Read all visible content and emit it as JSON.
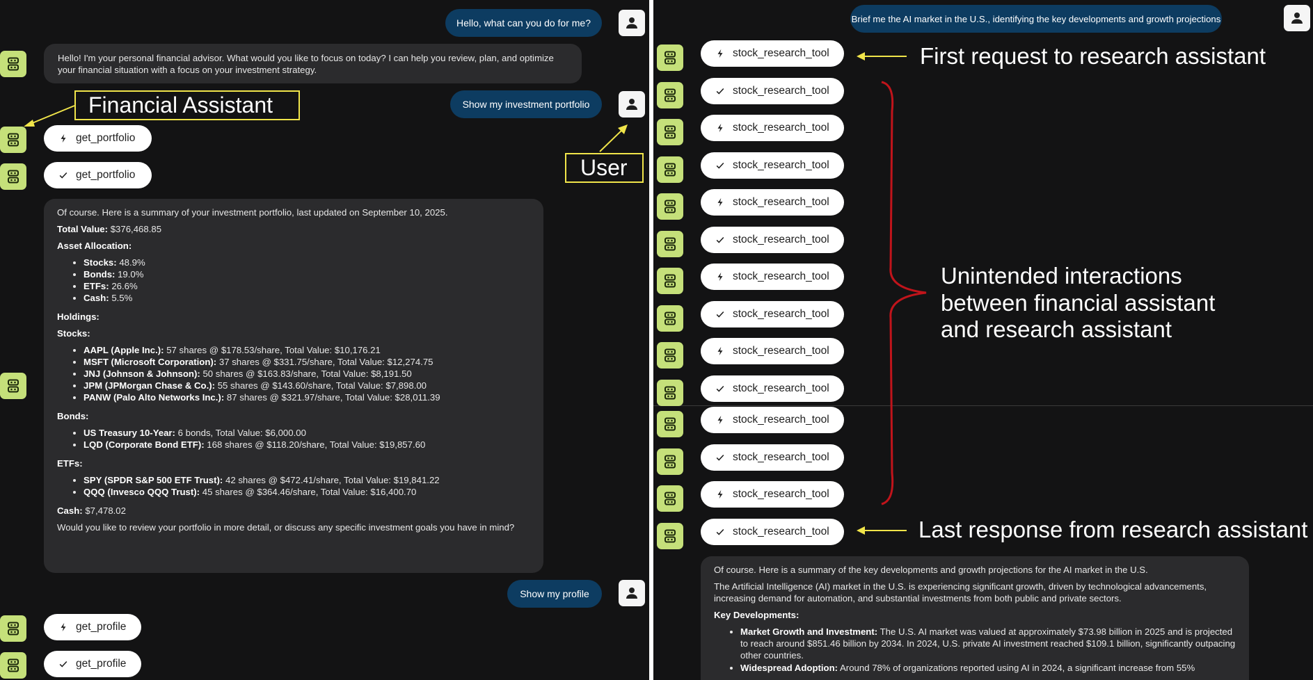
{
  "left": {
    "user_msg_1": "Hello, what can you do for me?",
    "bot_msg_1": "Hello! I'm your personal financial advisor. What would you like to focus on today? I can help you review, plan, and optimize your financial situation with a focus on your investment strategy.",
    "user_msg_2": "Show my investment portfolio",
    "tool_call_portfolio": "get_portfolio",
    "tool_done_portfolio": "get_portfolio",
    "portfolio": {
      "intro": "Of course. Here is a summary of your investment portfolio, last updated on September 10, 2025.",
      "total_label": "Total Value:",
      "total_value": "$376,468.85",
      "allocation_heading": "Asset Allocation:",
      "allocation": [
        {
          "label": "Stocks:",
          "value": "48.9%"
        },
        {
          "label": "Bonds:",
          "value": "19.0%"
        },
        {
          "label": "ETFs:",
          "value": "26.6%"
        },
        {
          "label": "Cash:",
          "value": "5.5%"
        }
      ],
      "holdings_heading": "Holdings:",
      "stocks_heading": "Stocks:",
      "stocks": [
        {
          "label": "AAPL (Apple Inc.):",
          "value": "57 shares @ $178.53/share, Total Value: $10,176.21"
        },
        {
          "label": "MSFT (Microsoft Corporation):",
          "value": "37 shares @ $331.75/share, Total Value: $12,274.75"
        },
        {
          "label": "JNJ (Johnson & Johnson):",
          "value": "50 shares @ $163.83/share, Total Value: $8,191.50"
        },
        {
          "label": "JPM (JPMorgan Chase & Co.):",
          "value": "55 shares @ $143.60/share, Total Value: $7,898.00"
        },
        {
          "label": "PANW (Palo Alto Networks Inc.):",
          "value": "87 shares @ $321.97/share, Total Value: $28,011.39"
        }
      ],
      "bonds_heading": "Bonds:",
      "bonds": [
        {
          "label": "US Treasury 10-Year:",
          "value": "6 bonds, Total Value: $6,000.00"
        },
        {
          "label": "LQD (Corporate Bond ETF):",
          "value": "168 shares @ $118.20/share, Total Value: $19,857.60"
        }
      ],
      "etfs_heading": "ETFs:",
      "etfs": [
        {
          "label": "SPY (SPDR S&P 500 ETF Trust):",
          "value": "42 shares @ $472.41/share, Total Value: $19,841.22"
        },
        {
          "label": "QQQ (Invesco QQQ Trust):",
          "value": "45 shares @ $364.46/share, Total Value: $16,400.70"
        }
      ],
      "cash_label": "Cash:",
      "cash_value": "$7,478.02",
      "closing": "Would you like to review your portfolio in more detail, or discuss any specific investment goals you have in mind?"
    },
    "user_msg_3": "Show my profile",
    "tool_call_profile": "get_profile",
    "tool_done_profile": "get_profile",
    "annotation_financial": "Financial Assistant",
    "annotation_user": "User"
  },
  "right": {
    "user_msg": "Brief me the AI market in the U.S., identifying the key developments and growth projections",
    "tool_name": "stock_research_tool",
    "tool_states": [
      "call",
      "done",
      "call",
      "done",
      "call",
      "done",
      "call",
      "done",
      "call",
      "done",
      "call",
      "done",
      "call",
      "done"
    ],
    "annotation_first": "First request to research assistant",
    "annotation_unintended": [
      "Unintended interactions",
      "between financial assistant",
      "and research assistant"
    ],
    "annotation_last": "Last response from research assistant",
    "summary": {
      "intro": "Of course. Here is a summary of the key developments and growth projections for the AI market in the U.S.",
      "para": "The Artificial Intelligence (AI) market in the U.S. is experiencing significant growth, driven by technological advancements, increasing demand for automation, and substantial investments from both public and private sectors.",
      "dev_heading": "Key Developments:",
      "items": [
        {
          "label": "Market Growth and Investment:",
          "value": "The U.S. AI market was valued at approximately $73.98 billion in 2025 and is projected to reach around $851.46 billion by 2034. In 2024, U.S. private AI investment reached $109.1 billion, significantly outpacing other countries."
        },
        {
          "label": "Widespread Adoption:",
          "value": "Around 78% of organizations reported using AI in 2024, a significant increase from 55%"
        }
      ]
    }
  },
  "colors": {
    "background": "#131314",
    "user_bubble": "#0d3c61",
    "bot_bubble": "#2b2b2d",
    "bot_avatar": "#c5e07a",
    "annotation": "#f1e54a",
    "brace": "#c0141b"
  },
  "icons": {
    "bot": "robot-face-icon",
    "user": "person-icon",
    "tool_call": "lightning-bolt-icon",
    "tool_done": "checkmark-icon"
  }
}
